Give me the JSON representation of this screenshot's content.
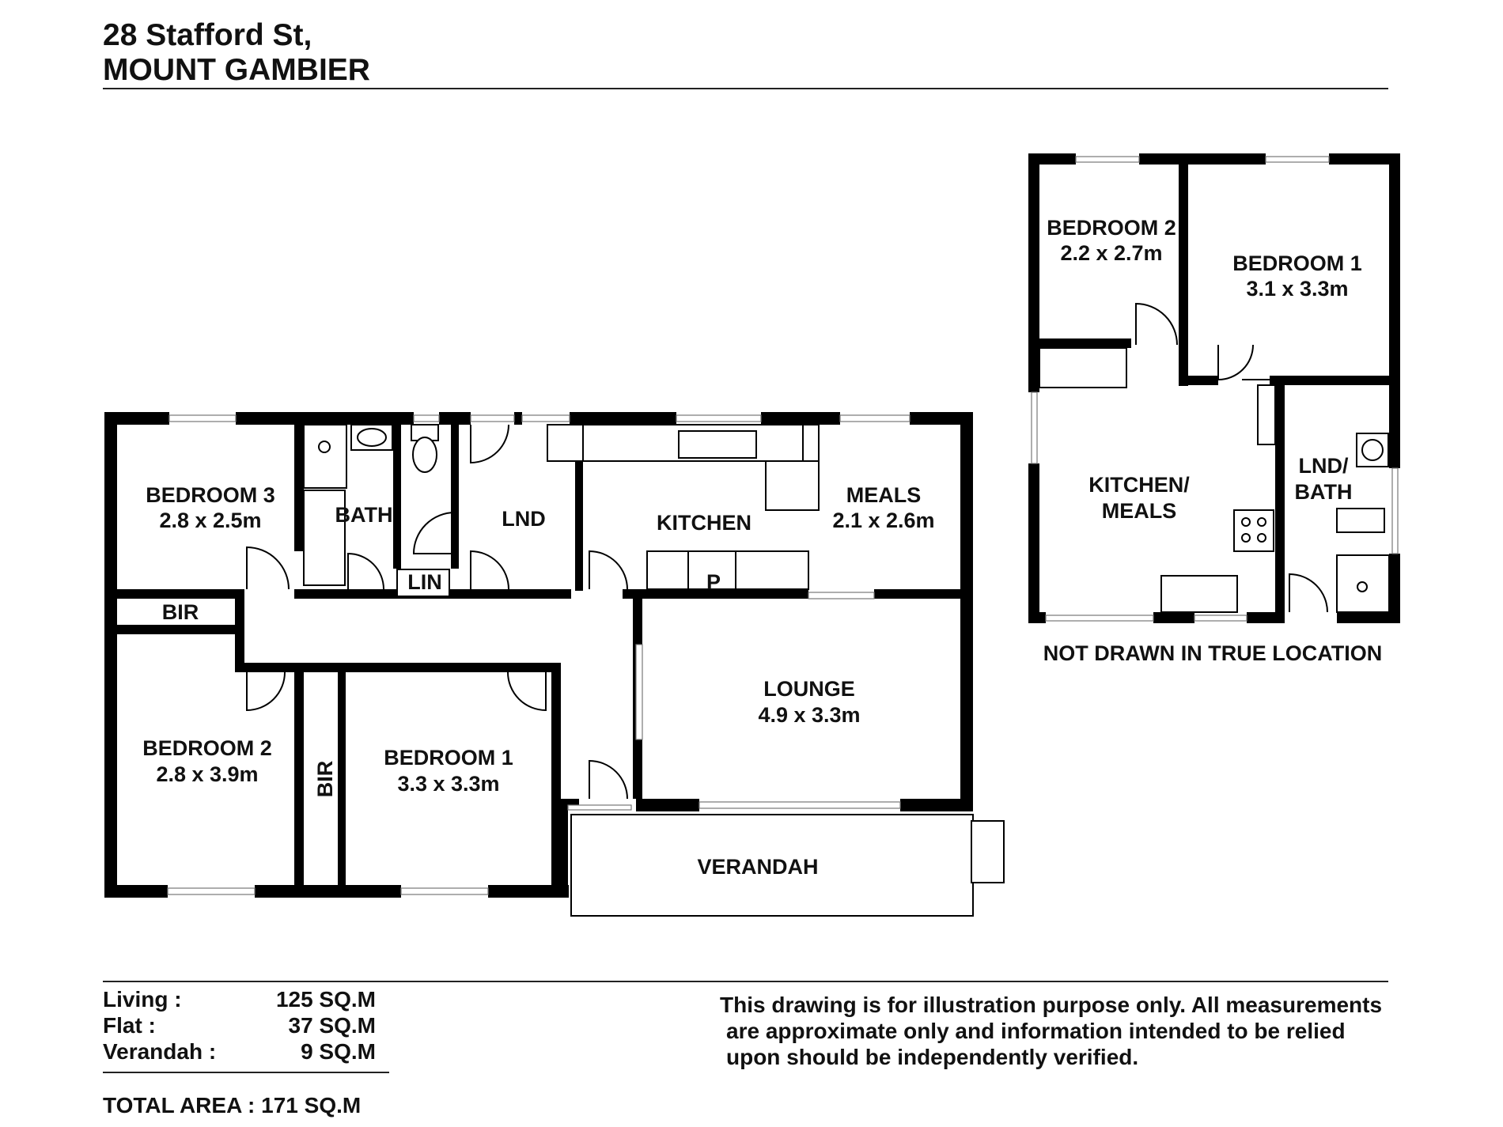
{
  "header": {
    "address_line1": "28 Stafford St,",
    "address_line2": "MOUNT GAMBIER"
  },
  "main_house": {
    "bedroom3": {
      "name": "BEDROOM 3",
      "size": "2.8 x 2.5m"
    },
    "bath": {
      "name": "BATH"
    },
    "lnd": {
      "name": "LND"
    },
    "lin": {
      "name": "LIN"
    },
    "kitchen": {
      "name": "KITCHEN"
    },
    "pantry": {
      "name": "P"
    },
    "meals": {
      "name": "MEALS",
      "size": "2.1 x 2.6m"
    },
    "bir_top": {
      "name": "BIR"
    },
    "bedroom2": {
      "name": "BEDROOM 2",
      "size": "2.8 x 3.9m"
    },
    "bir_side": {
      "name": "BIR"
    },
    "bedroom1": {
      "name": "BEDROOM 1",
      "size": "3.3 x 3.3m"
    },
    "lounge": {
      "name": "LOUNGE",
      "size": "4.9 x 3.3m"
    },
    "verandah": {
      "name": "VERANDAH"
    }
  },
  "flat": {
    "bedroom2": {
      "name": "BEDROOM 2",
      "size": "2.2 x 2.7m"
    },
    "bedroom1": {
      "name": "BEDROOM 1",
      "size": "3.1 x 3.3m"
    },
    "kitchen_meals": {
      "line1": "KITCHEN/",
      "line2": "MEALS"
    },
    "lnd_bath": {
      "line1": "LND/",
      "line2": "BATH"
    },
    "note": "NOT DRAWN IN TRUE LOCATION"
  },
  "areas": [
    {
      "label": "Living :",
      "value": "125 SQ.M"
    },
    {
      "label": "Flat :",
      "value": "37 SQ.M"
    },
    {
      "label": "Verandah :",
      "value": "9 SQ.M"
    }
  ],
  "total_area": "TOTAL AREA : 171 SQ.M",
  "disclaimer": [
    "This drawing is for illustration purpose only. All measurements",
    "are approximate only and information intended to be relied",
    "upon should be independently verified."
  ]
}
